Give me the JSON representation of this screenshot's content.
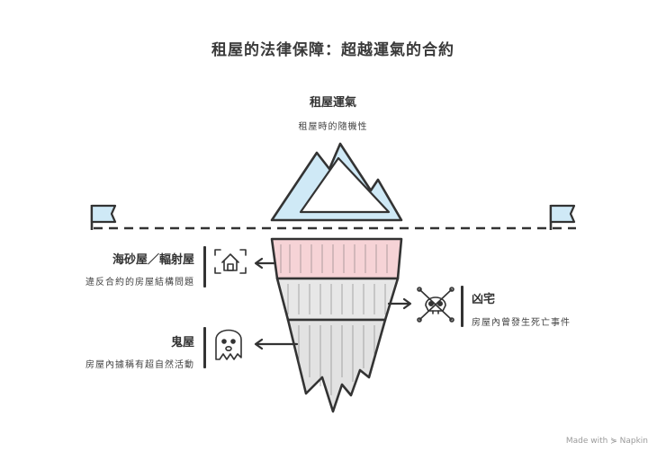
{
  "title": "租屋的法律保障：超越運氣的合約",
  "iceberg_tip": {
    "title": "租屋運氣",
    "subtitle": "租屋時的隨機性"
  },
  "items": [
    {
      "title": "海砂屋／輻射屋",
      "subtitle": "違反合約的房屋結構問題",
      "icon": "house-icon"
    },
    {
      "title": "凶宅",
      "subtitle": "房屋內曾發生死亡事件",
      "icon": "skull-crossbones-icon"
    },
    {
      "title": "鬼屋",
      "subtitle": "房屋內據稱有超自然活動",
      "icon": "ghost-icon"
    }
  ],
  "watermark": "Made with ⋟ Napkin",
  "colors": {
    "ice": "#cfe9f6",
    "layer_top": "#f6d3d6",
    "layer_mid": "#e7e7e7",
    "layer_bottom": "#e2e2e2",
    "flag": "#cfe9f6",
    "ink": "#333333"
  }
}
